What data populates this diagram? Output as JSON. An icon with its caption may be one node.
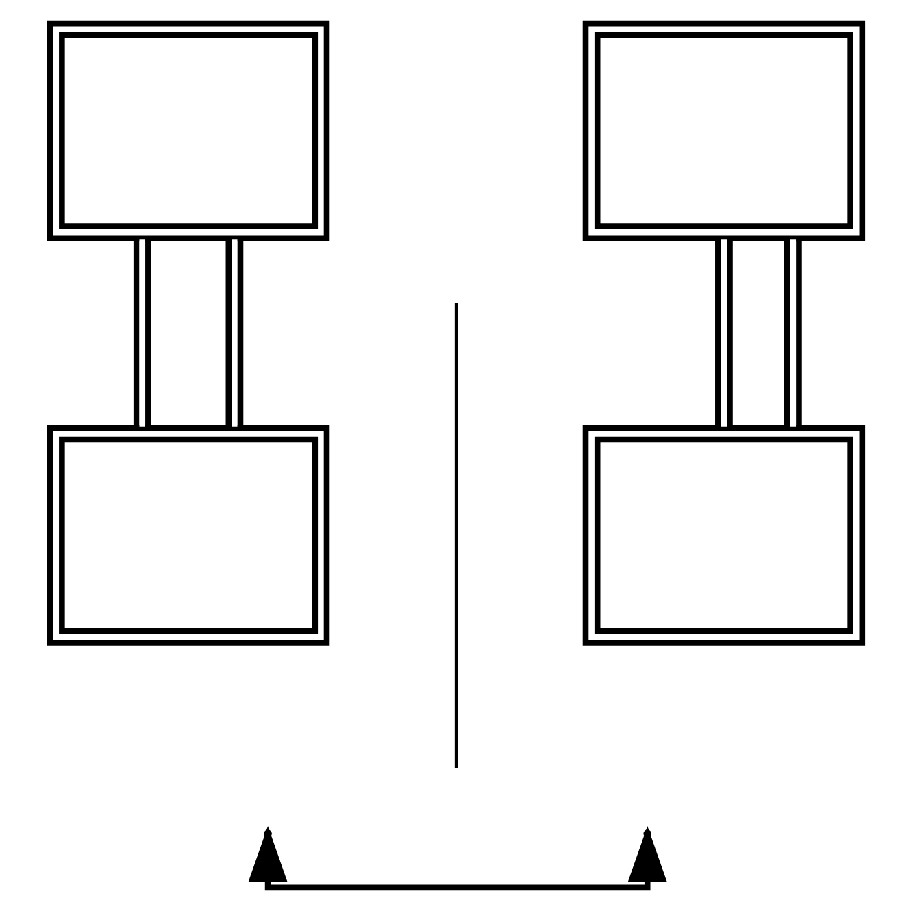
{
  "diagram": {
    "nodes": [
      {
        "text": [],
        "shape": "box"
      },
      {
        "text": [],
        "shape": "box"
      },
      {
        "text": [],
        "shape": "box"
      },
      {
        "text": [],
        "shape": "box"
      }
    ],
    "edges": [
      {
        "from": 0,
        "to": 1,
        "arrow": "none"
      },
      {
        "from": 0,
        "to": 1,
        "arrow": "none"
      },
      {
        "from": 3,
        "to": 2,
        "arrow": "none"
      },
      {
        "from": 3,
        "to": 2,
        "arrow": "none"
      }
    ]
  }
}
